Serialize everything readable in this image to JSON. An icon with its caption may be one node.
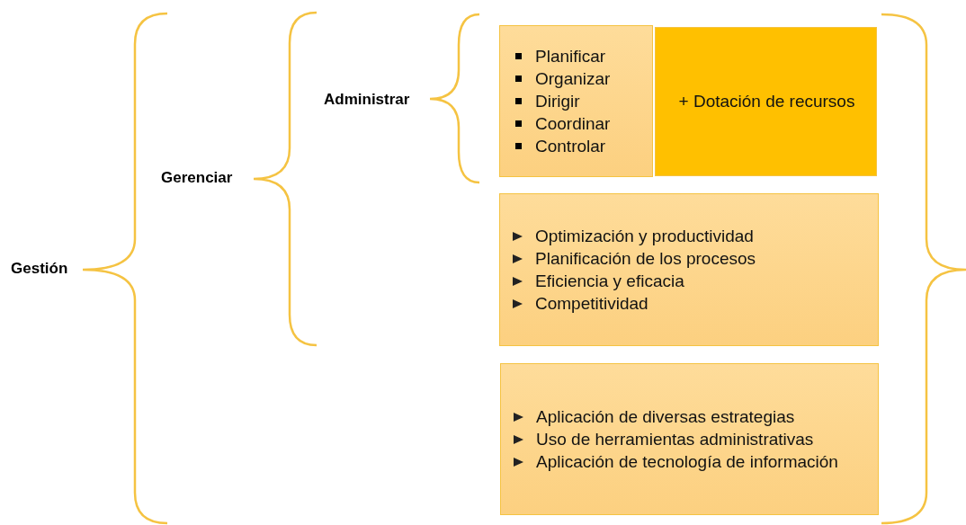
{
  "diagram": {
    "nodes": [
      {
        "text": [
          "Gestión"
        ]
      },
      {
        "text": [
          "Gerenciar"
        ]
      },
      {
        "text": [
          "Administrar"
        ]
      },
      {
        "text": [
          "Planificar",
          "Organizar",
          "Dirigir",
          "Coordinar",
          "Controlar"
        ]
      },
      {
        "text": [
          "+ Dotación de recursos"
        ]
      },
      {
        "text": [
          "Optimización y productividad",
          "Planificación de los procesos",
          "Eficiencia y eficacia",
          "Competitividad"
        ]
      },
      {
        "text": [
          "Aplicación de diversas estrategias",
          "Uso de herramientas administrativas",
          "Aplicación de tecnología de información"
        ]
      }
    ]
  }
}
